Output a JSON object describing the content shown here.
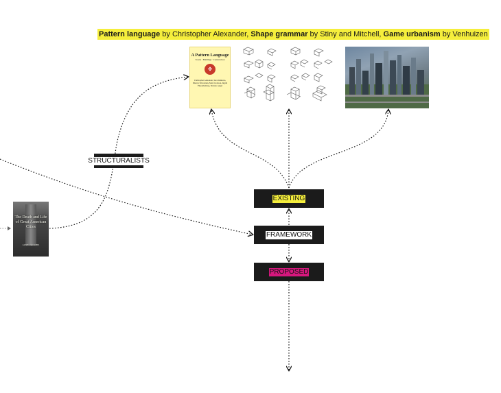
{
  "headline": {
    "pattern_term": "Pattern language",
    "pattern_by": " by Christopher Alexander, ",
    "shape_term": "Shape grammar",
    "shape_by": " by Stiny and Mitchell, ",
    "game_term": "Game urbanism",
    "game_by": " by Venhuizen"
  },
  "nodes": {
    "structuralists": "STRUCTURALISTS",
    "existing": "EXISTING",
    "framework": "FRAMEWORK",
    "proposed": "PROPOSED"
  },
  "books": {
    "pattern_language": {
      "title": "A Pattern Language",
      "subtitle": "Towns · Buildings · Construction",
      "authors": "Christopher Alexander, Sara Ishikawa, Murray Silverstein, Max Jacobson, Ingrid Fiksdahl-King, Shlomo Angel"
    },
    "jacobs": {
      "title": "The Death and Life of Great American Cities",
      "author": "JANE JACOBS"
    }
  },
  "colors": {
    "highlight_yellow": "#f5ee3c",
    "highlight_magenta": "#d6177d",
    "node_background": "#1b1b1b",
    "connector": "#1a1a1a"
  }
}
